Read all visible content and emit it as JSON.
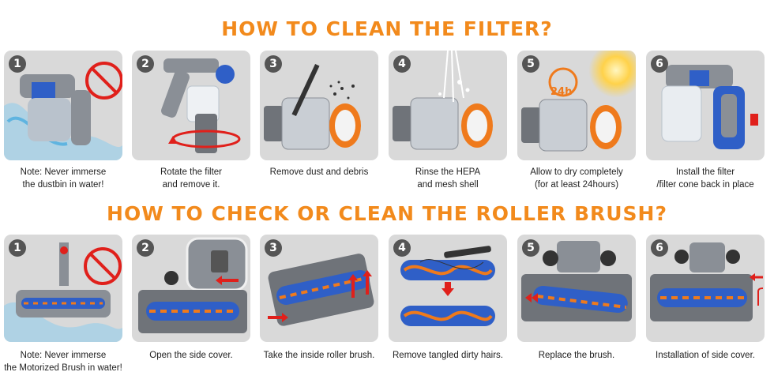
{
  "filter_section": {
    "title": "HOW TO CLEAN THE FILTER?",
    "steps": [
      {
        "num": "1",
        "line1": "Note: Never immerse",
        "line2": "the dustbin in water!"
      },
      {
        "num": "2",
        "line1": "Rotate the filter",
        "line2": "and remove it."
      },
      {
        "num": "3",
        "line1": "Remove dust and debris",
        "line2": ""
      },
      {
        "num": "4",
        "line1": "Rinse the HEPA",
        "line2": "and mesh shell"
      },
      {
        "num": "5",
        "line1": "Allow to dry completely",
        "line2": "(for at least 24hours)",
        "badge": "24h"
      },
      {
        "num": "6",
        "line1": "Install the filter",
        "line2": "/filter cone back in place"
      }
    ]
  },
  "brush_section": {
    "title": "HOW TO CHECK OR CLEAN THE ROLLER BRUSH?",
    "steps": [
      {
        "num": "1",
        "line1": "Note: Never immerse",
        "line2": "the Motorized Brush in water!"
      },
      {
        "num": "2",
        "line1": "Open the side cover.",
        "line2": ""
      },
      {
        "num": "3",
        "line1": "Take the inside roller brush.",
        "line2": ""
      },
      {
        "num": "4",
        "line1": "Remove tangled dirty hairs.",
        "line2": ""
      },
      {
        "num": "5",
        "line1": "Replace the brush.",
        "line2": ""
      },
      {
        "num": "6",
        "line1": "Installation of side cover.",
        "line2": ""
      }
    ]
  },
  "colors": {
    "heading": "#f28a1c",
    "card_bg": "#d9d9d9",
    "accent_blue": "#2f5fc7",
    "accent_orange": "#ef7a1c",
    "warning_red": "#e0201b"
  }
}
